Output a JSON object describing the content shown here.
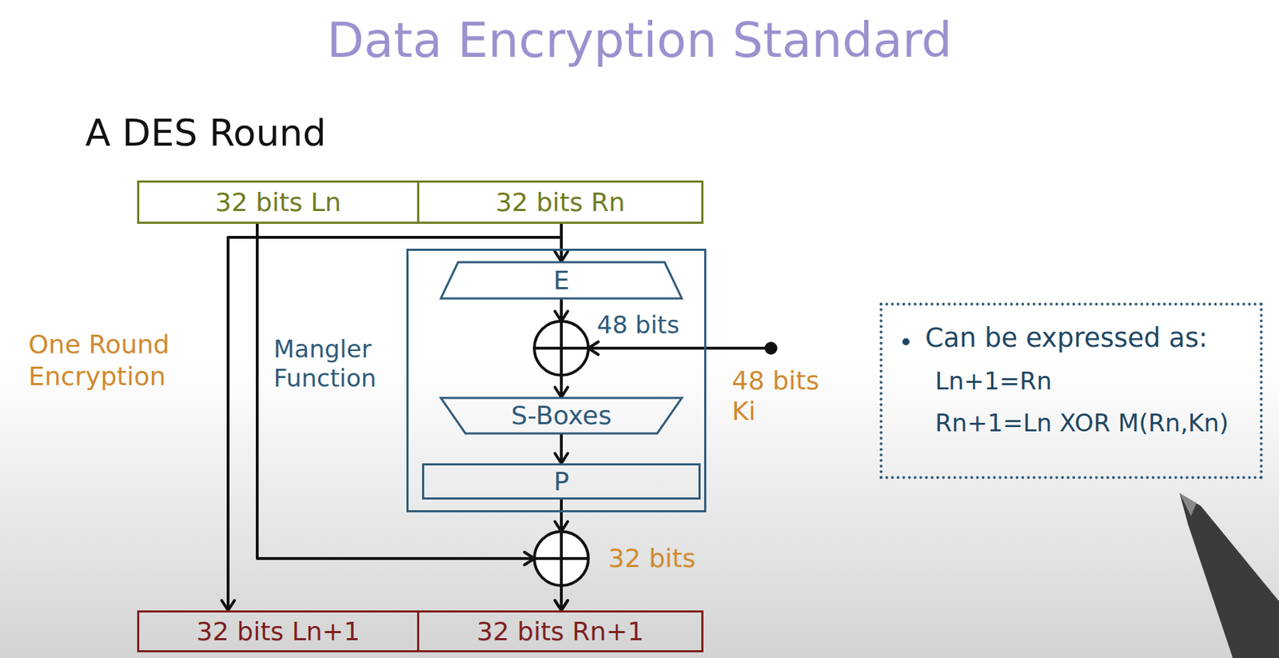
{
  "diagram": {
    "title": "Data Encryption Standard",
    "nodes": [
      {
        "text": [
          "32 bits Ln"
        ]
      },
      {
        "text": [
          "32 bits Rn"
        ]
      },
      {
        "text": [
          "Mangler Function"
        ]
      },
      {
        "text": [
          "E"
        ],
        "in": 2
      },
      {
        "text": [
          "S-Boxes"
        ],
        "in": 2
      },
      {
        "text": [
          "P"
        ],
        "in": 2
      },
      {
        "text": [
          "32 bits Ln+1"
        ]
      },
      {
        "text": [
          "32 bits Rn+1"
        ]
      },
      {
        "text": [
          "Can be expressed as:",
          "Ln+1=Rn",
          "Rn+1=Ln XOR M(Rn,Kn)"
        ]
      }
    ],
    "edges": [
      {
        "from": 1,
        "to": 3,
        "arrow": "to"
      },
      {
        "from": 1,
        "to": 6,
        "arrow": "to"
      },
      {
        "from": 3,
        "to": 4,
        "arrow": "to"
      },
      {
        "from": 4,
        "to": 5,
        "arrow": "to"
      },
      {
        "from": 5,
        "to": 7,
        "arrow": "to"
      },
      {
        "from": 0,
        "to": 7,
        "arrow": "to"
      }
    ],
    "labels": [
      "A DES Round",
      "One Round Encryption",
      "48 bits",
      "48 bits Ki",
      "32 bits"
    ]
  }
}
